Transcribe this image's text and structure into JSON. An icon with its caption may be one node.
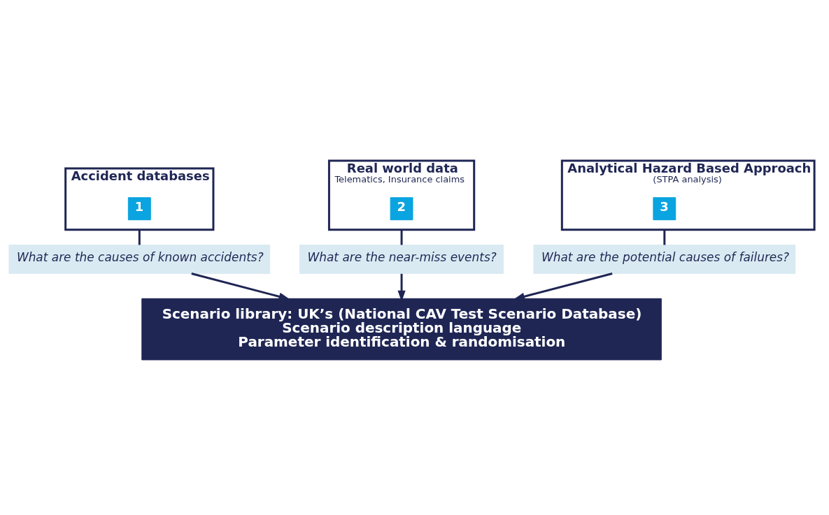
{
  "diagram": {
    "nodes": [
      {
        "text": [
          "Accident databases"
        ]
      },
      {
        "text": [
          "1"
        ],
        "in": 0
      },
      {
        "text": [
          "Real world data",
          "Telematics, Insurance claims"
        ]
      },
      {
        "text": [
          "2"
        ],
        "in": 2
      },
      {
        "text": [
          "Analytical Hazard Based Approach",
          "(STPA analysis)"
        ]
      },
      {
        "text": [
          "3"
        ],
        "in": 4
      },
      {
        "text": [
          "What are the causes of known accidents?"
        ]
      },
      {
        "text": [
          "What are the near-miss events?"
        ]
      },
      {
        "text": [
          "What are the potential causes of failures?"
        ]
      },
      {
        "text": [
          "Scenario library: UK’s (National CAV Test Scenario Database)",
          "Scenario description language",
          "Parameter identification & randomisation"
        ]
      }
    ],
    "edges": [
      {
        "from": 0,
        "to": 6,
        "arrow": "none"
      },
      {
        "from": 2,
        "to": 7,
        "arrow": "none"
      },
      {
        "from": 4,
        "to": 8,
        "arrow": "none"
      },
      {
        "from": 6,
        "to": 9,
        "arrow": "to"
      },
      {
        "from": 7,
        "to": 9,
        "arrow": "to"
      },
      {
        "from": 8,
        "to": 9,
        "arrow": "to"
      }
    ]
  }
}
